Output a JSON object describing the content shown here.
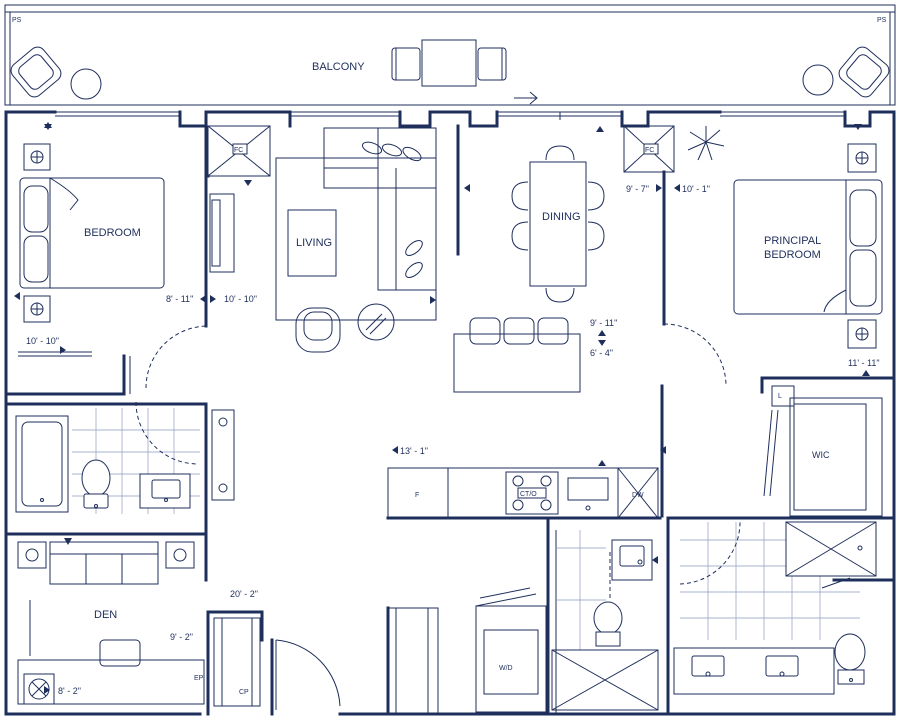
{
  "colors": {
    "line": "#1f2f5c",
    "tile": "#8e9ac0",
    "background": "#ffffff"
  },
  "rooms": {
    "balcony": "BALCONY",
    "bedroom": "BEDROOM",
    "living": "LIVING",
    "dining": "DINING",
    "principal_line1": "PRINCIPAL",
    "principal_line2": "BEDROOM",
    "den": "DEN",
    "wic": "WIC",
    "wd": "W/D"
  },
  "fixtures": {
    "fc_left": "FC",
    "fc_right": "FC",
    "fridge": "F",
    "cooktop": "CT/O",
    "dishwasher": "DW",
    "linen": "L",
    "closet": "CP",
    "ep": "EP",
    "ps_left": "PS",
    "ps_right": "PS"
  },
  "dimensions": {
    "bedroom_w": "8' - 11\"",
    "bedroom_l": "10' - 10\"",
    "bedroom_closet": "10' - 10\"",
    "dining_w": "9' - 7\"",
    "dining_l": "10' - 1\"",
    "island_l": "9' - 11\"",
    "island_w": "6' - 4\"",
    "principal": "11' - 11\"",
    "kitchen": "13' - 1\"",
    "den_w": "9' - 2\"",
    "den_l": "8' - 2\"",
    "foyer": "20' - 2\""
  }
}
